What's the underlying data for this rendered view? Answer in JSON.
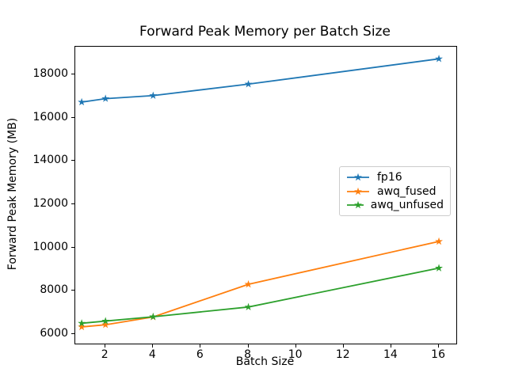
{
  "chart_data": {
    "type": "line",
    "title": "Forward Peak Memory per Batch Size",
    "xlabel": "Batch Size",
    "ylabel": "Forward Peak Memory (MB)",
    "x": [
      1,
      2,
      4,
      8,
      16
    ],
    "series": [
      {
        "name": "fp16",
        "color": "#1f77b4",
        "values": [
          16720,
          16880,
          17020,
          17550,
          18720
        ]
      },
      {
        "name": "awq_fused",
        "color": "#ff7f0e",
        "values": [
          6330,
          6430,
          6790,
          8300,
          10280
        ]
      },
      {
        "name": "awq_unfused",
        "color": "#2ca02c",
        "values": [
          6500,
          6600,
          6800,
          7250,
          9050
        ]
      }
    ],
    "marker": "star",
    "xticks": [
      2,
      4,
      6,
      8,
      10,
      12,
      14,
      16
    ],
    "yticks": [
      6000,
      8000,
      10000,
      12000,
      14000,
      16000,
      18000
    ],
    "xlim": [
      0.73,
      16.73
    ],
    "ylim": [
      5560,
      19280
    ],
    "grid": false,
    "legend_position": "center-right",
    "axis_color": "#000000",
    "background_color": "#ffffff"
  },
  "legend": {
    "entries": [
      "fp16",
      "awq_fused",
      "awq_unfused"
    ]
  }
}
